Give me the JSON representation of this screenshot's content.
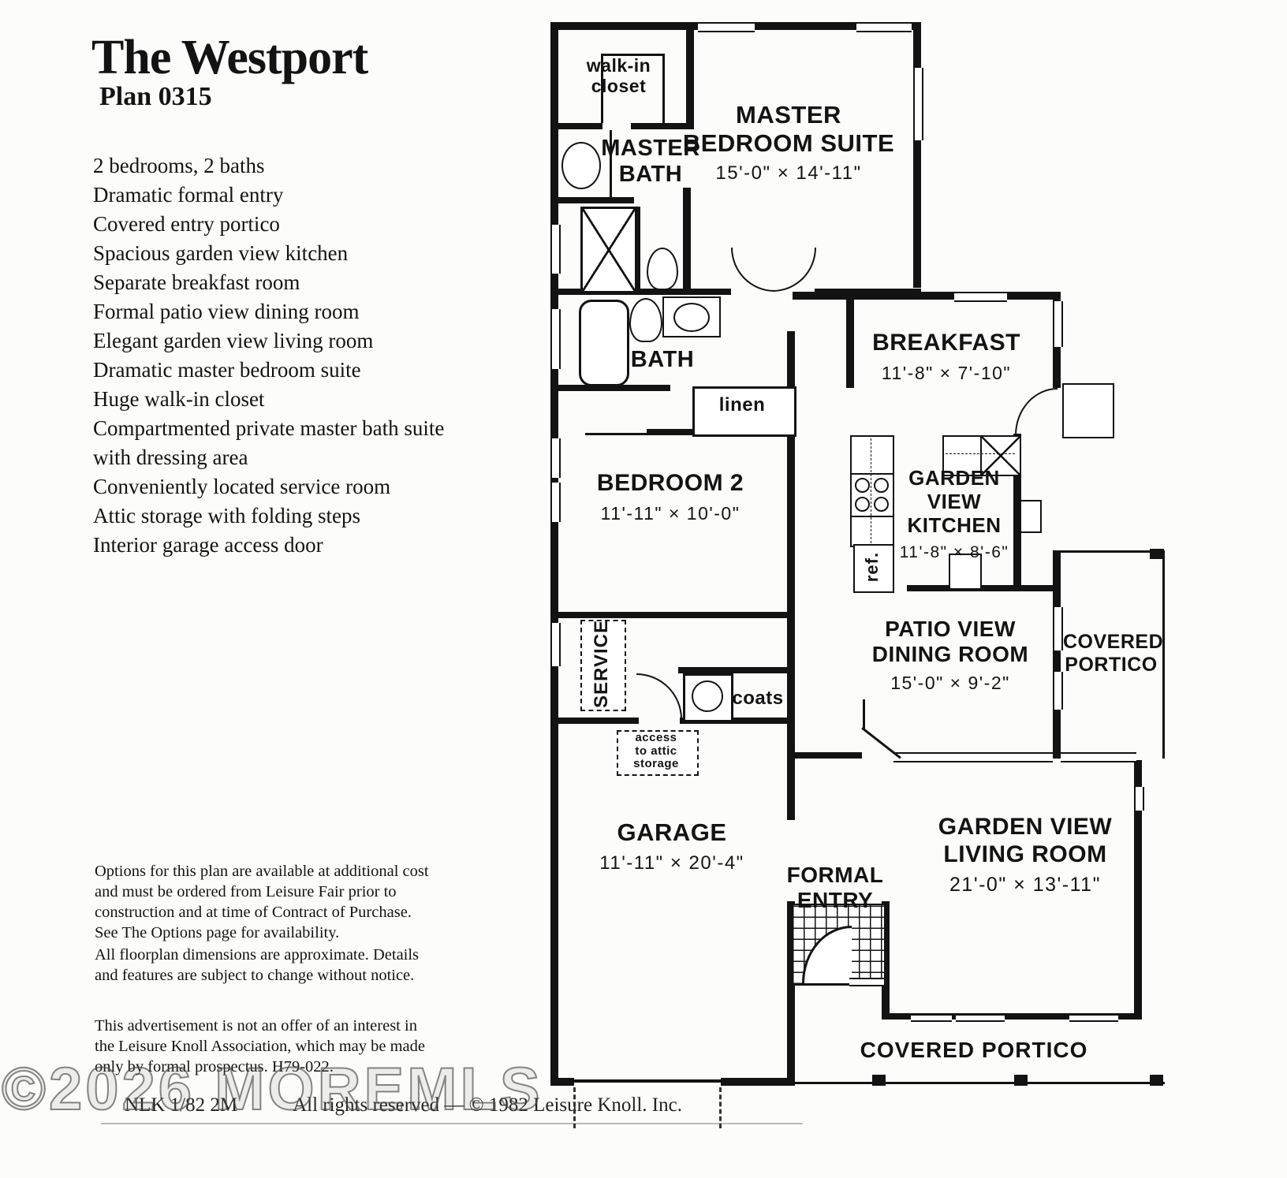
{
  "header": {
    "title": "The Westport",
    "plan_number": "Plan 0315"
  },
  "features": [
    "2 bedrooms, 2 baths",
    "Dramatic formal entry",
    "Covered entry portico",
    "Spacious garden view kitchen",
    "Separate breakfast room",
    "Formal patio view dining room",
    "Elegant garden view living room",
    "Dramatic master bedroom suite",
    "Huge walk-in closet",
    "Compartmented private master bath suite with dressing area",
    "Conveniently located service room",
    "Attic storage with folding steps",
    "Interior garage access door"
  ],
  "disclaimers": [
    "Options for this plan are available at additional cost and must be ordered from Leisure Fair prior to construction and at time of Contract of Purchase. See The Options page for availability.",
    "All floorplan dimensions are approximate. Details and features are subject to change without notice.",
    "This advertisement is not an offer of an interest in the Leisure Knoll Association, which may be made only by formal prospectus. H79-022."
  ],
  "footer": {
    "print_code": "NLK 1/82 2M",
    "rights": "All rights reserved — © 1982 Leisure Knoll. Inc."
  },
  "watermark": "©2026 MOREMLS",
  "rooms": {
    "closet": {
      "name": "walk-in\ncloset"
    },
    "master_bath": {
      "name": "MASTER\nBATH"
    },
    "master": {
      "name": "MASTER\nBEDROOM SUITE",
      "dims": "15'-0\" × 14'-11\""
    },
    "bath": {
      "name": "BATH"
    },
    "linen": {
      "name": "linen"
    },
    "bedroom2": {
      "name": "BEDROOM 2",
      "dims": "11'-11\" × 10'-0\""
    },
    "breakfast": {
      "name": "BREAKFAST",
      "dims": "11'-8\" × 7'-10\""
    },
    "kitchen": {
      "name": "GARDEN VIEW\nKITCHEN",
      "dims": "11'-8\" × 8'-6\""
    },
    "fridge": {
      "name": "ref."
    },
    "service": {
      "name": "SERVICE"
    },
    "coats": {
      "name": "coats"
    },
    "attic": {
      "name": "access\nto attic\nstorage"
    },
    "dining": {
      "name": "PATIO VIEW\nDINING ROOM",
      "dims": "15'-0\" × 9'-2\""
    },
    "portico_side": {
      "name": "COVERED\nPORTICO"
    },
    "garage": {
      "name": "GARAGE",
      "dims": "11'-11\" × 20'-4\""
    },
    "entry": {
      "name": "FORMAL\nENTRY"
    },
    "living": {
      "name": "GARDEN VIEW\nLIVING ROOM",
      "dims": "21'-0\" × 13'-11\""
    },
    "portico_front": {
      "name": "COVERED PORTICO"
    }
  },
  "colors": {
    "ink": "#131313",
    "paper": "#fcfcfa"
  }
}
